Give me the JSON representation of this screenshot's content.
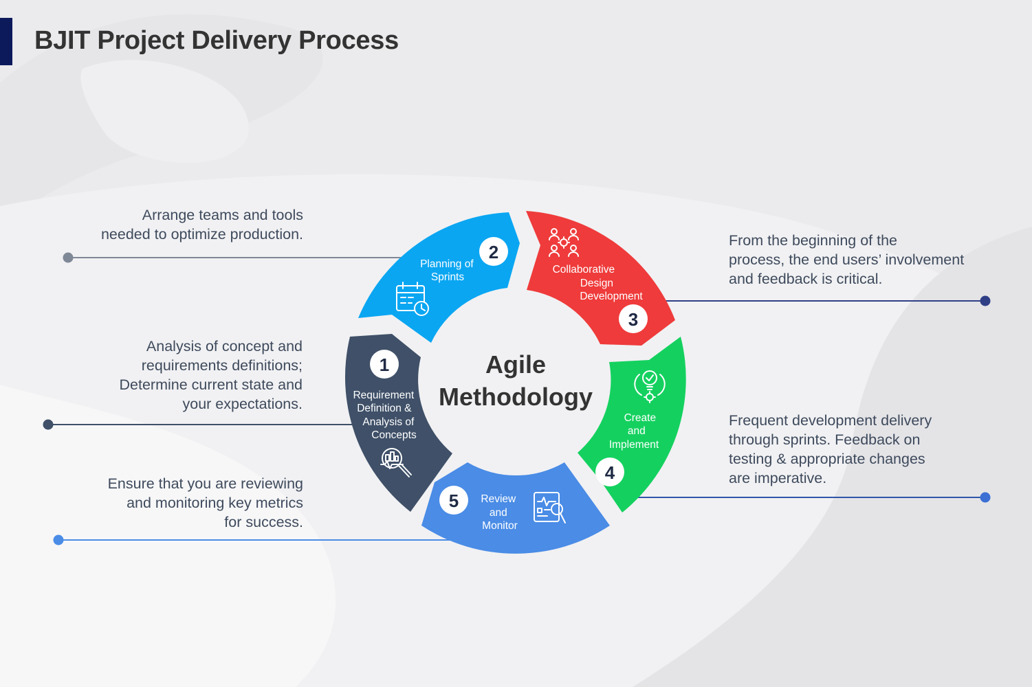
{
  "title": "BJIT Project Delivery Process",
  "center": {
    "line1": "Agile",
    "line2": "Methodology"
  },
  "colors": {
    "title_accent": "#0c1a5c",
    "step1": "#3f5068",
    "step2": "#0aa6f2",
    "step3": "#ef3b3b",
    "step4": "#14d15f",
    "step5": "#4a8ce6"
  },
  "steps": [
    {
      "number": "1",
      "label": [
        "Requirement",
        "Definition &",
        "Analysis of",
        "Concepts"
      ],
      "icon": "magnifier-chart-icon",
      "description": [
        "Analysis of concept and",
        "requirements definitions;",
        "Determine current state and",
        "your expectations."
      ]
    },
    {
      "number": "2",
      "label": [
        "Planning of",
        "Sprints"
      ],
      "icon": "calendar-clock-icon",
      "description": [
        "Arrange teams and tools",
        "needed to optimize production."
      ]
    },
    {
      "number": "3",
      "label": [
        "Collaborative",
        "Design",
        "Development"
      ],
      "icon": "team-network-icon",
      "description": [
        "From the beginning of the",
        "process, the end users’ involvement",
        "and feedback is critical."
      ]
    },
    {
      "number": "4",
      "label": [
        "Create",
        "and",
        "Implement"
      ],
      "icon": "lightbulb-gear-icon",
      "description": [
        "Frequent development delivery",
        "through sprints. Feedback on",
        "testing & appropriate changes",
        "are imperative."
      ]
    },
    {
      "number": "5",
      "label": [
        "Review",
        "and",
        "Monitor"
      ],
      "icon": "report-search-icon",
      "description": [
        "Ensure that you are reviewing",
        "and monitoring key metrics",
        "for success."
      ]
    }
  ]
}
